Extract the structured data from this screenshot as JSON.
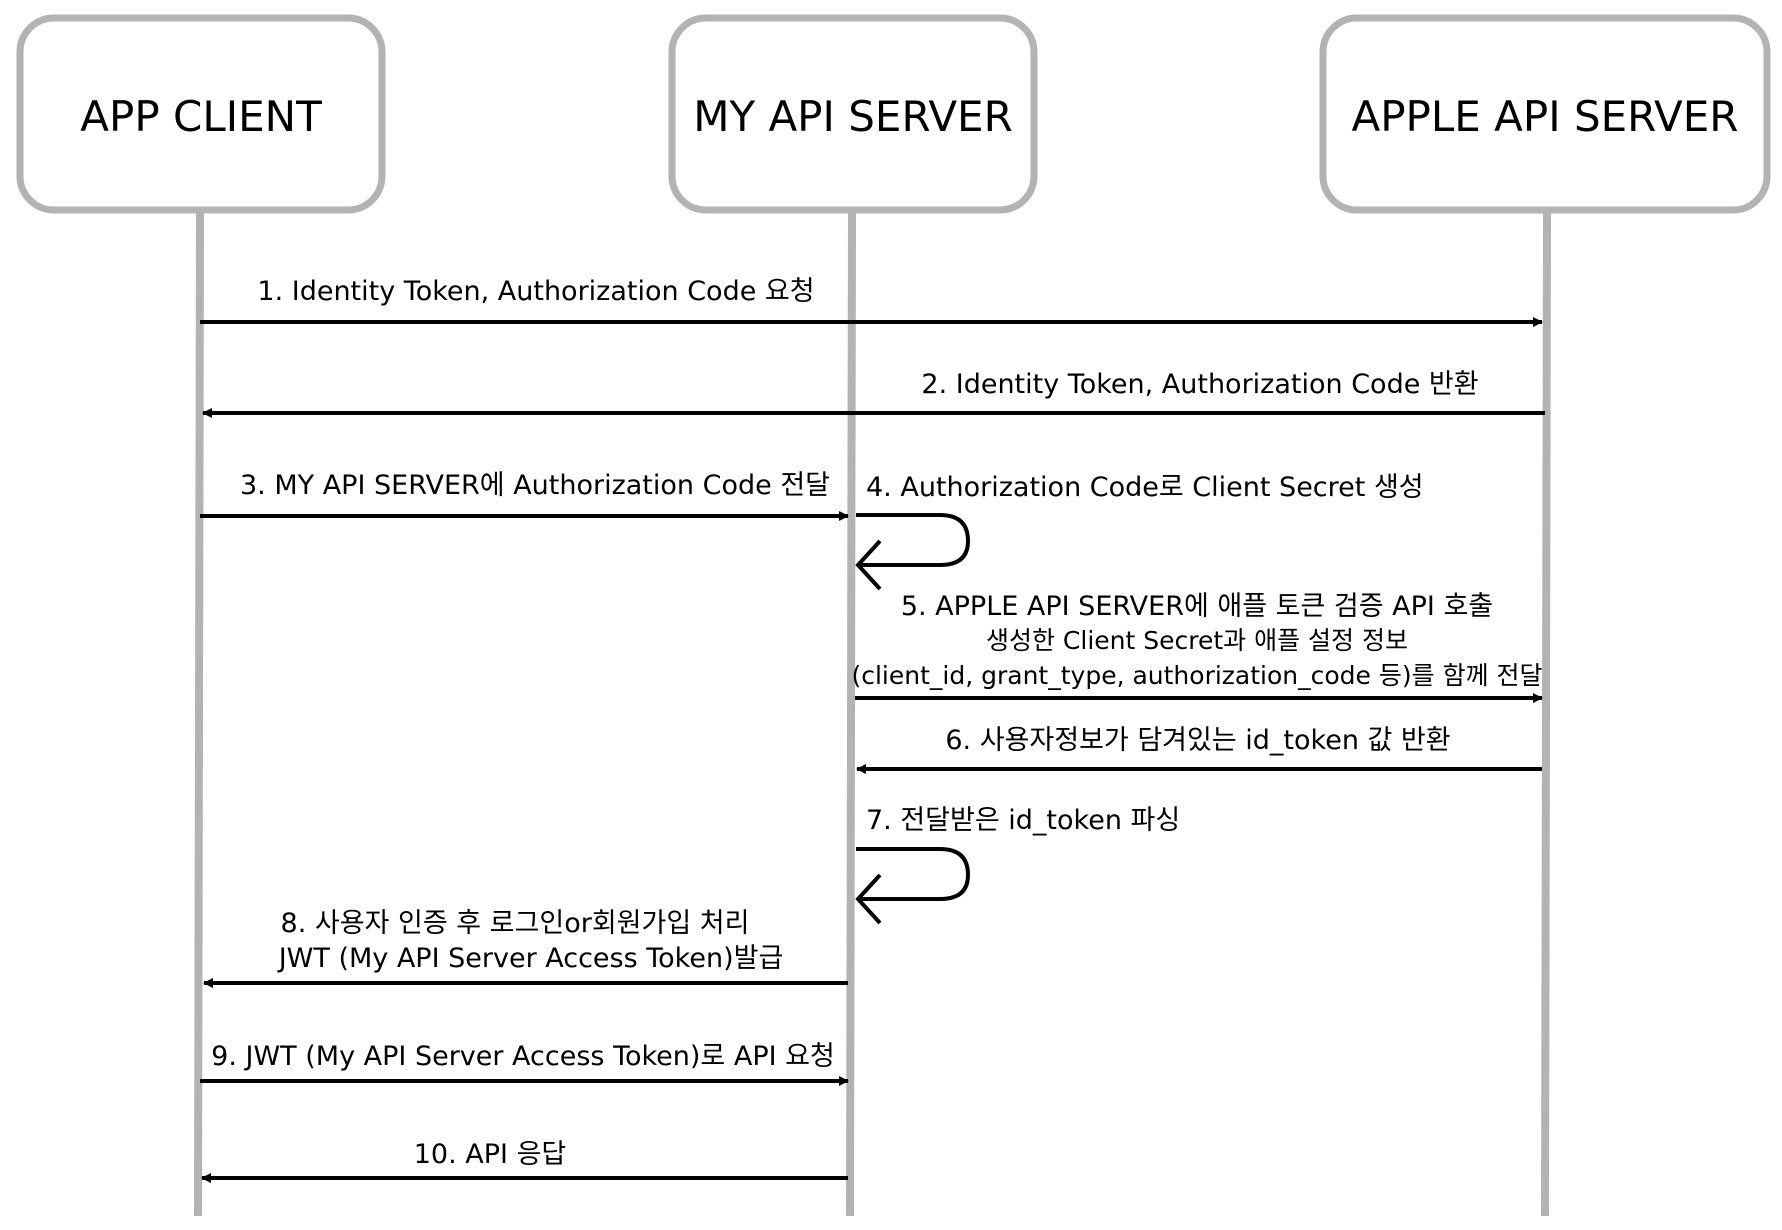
{
  "actors": [
    {
      "id": "app",
      "label": "APP CLIENT"
    },
    {
      "id": "my",
      "label": "MY API SERVER"
    },
    {
      "id": "apple",
      "label": "APPLE API SERVER"
    }
  ],
  "messages": [
    {
      "from": "app",
      "to": "apple",
      "lines": [
        "1. Identity Token, Authorization Code 요청"
      ]
    },
    {
      "from": "apple",
      "to": "app",
      "lines": [
        "2. Identity Token, Authorization Code 반환"
      ]
    },
    {
      "from": "app",
      "to": "my",
      "lines": [
        "3. MY API SERVER에 Authorization Code 전달"
      ]
    },
    {
      "from": "my",
      "to": "my",
      "lines": [
        "4. Authorization Code로 Client Secret 생성"
      ]
    },
    {
      "from": "my",
      "to": "apple",
      "lines": [
        "5. APPLE API SERVER에 애플 토큰 검증 API 호출",
        "생성한 Client Secret과 애플 설정 정보",
        "(client_id, grant_type, authorization_code 등)를 함께 전달"
      ]
    },
    {
      "from": "apple",
      "to": "my",
      "lines": [
        "6. 사용자정보가 담겨있는 id_token 값 반환"
      ]
    },
    {
      "from": "my",
      "to": "my",
      "lines": [
        "7. 전달받은 id_token 파싱"
      ]
    },
    {
      "from": "my",
      "to": "app",
      "lines": [
        "8. 사용자 인증 후 로그인or회원가입 처리",
        "JWT (My API Server Access Token)발급"
      ]
    },
    {
      "from": "app",
      "to": "my",
      "lines": [
        "9. JWT (My API Server Access Token)로 API 요청"
      ]
    },
    {
      "from": "my",
      "to": "app",
      "lines": [
        "10. API 응답"
      ]
    }
  ]
}
